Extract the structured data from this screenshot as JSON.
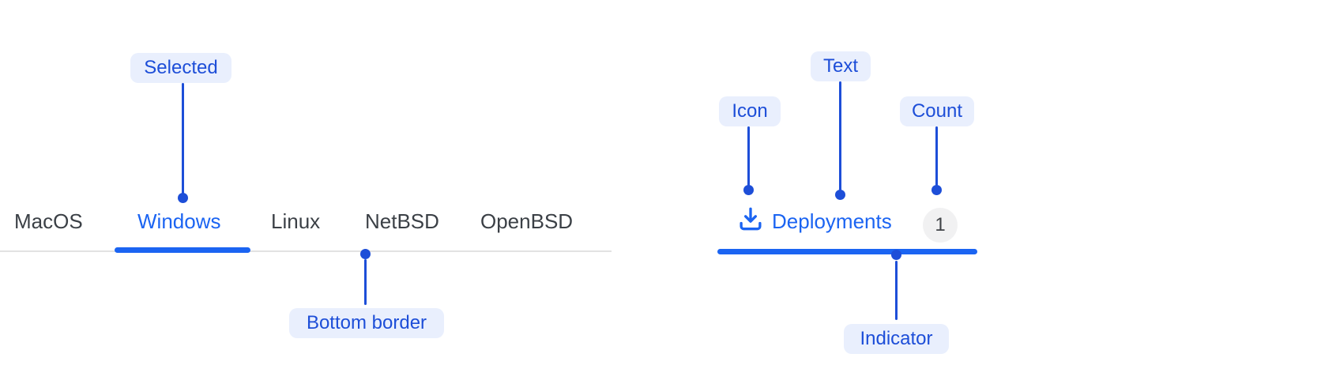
{
  "diagram": {
    "left_example": {
      "tabs": [
        {
          "label": "MacOS",
          "selected": false
        },
        {
          "label": "Windows",
          "selected": true
        },
        {
          "label": "Linux",
          "selected": false
        },
        {
          "label": "NetBSD",
          "selected": false
        },
        {
          "label": "OpenBSD",
          "selected": false
        }
      ],
      "annotations": {
        "selected": "Selected",
        "bottom_border": "Bottom border"
      }
    },
    "right_example": {
      "tab": {
        "icon": "download-icon",
        "label": "Deployments",
        "count": "1"
      },
      "annotations": {
        "icon": "Icon",
        "text": "Text",
        "count": "Count",
        "indicator": "Indicator"
      }
    },
    "colors": {
      "accent_blue": "#1b64f2",
      "annotation_blue": "#1d4ed8",
      "annotation_pill_bg": "#e9effd",
      "tab_text": "#3b4046",
      "border_gray": "#e2e2e2",
      "count_badge_bg": "#f1f1f2",
      "count_badge_text": "#3f4246"
    }
  }
}
